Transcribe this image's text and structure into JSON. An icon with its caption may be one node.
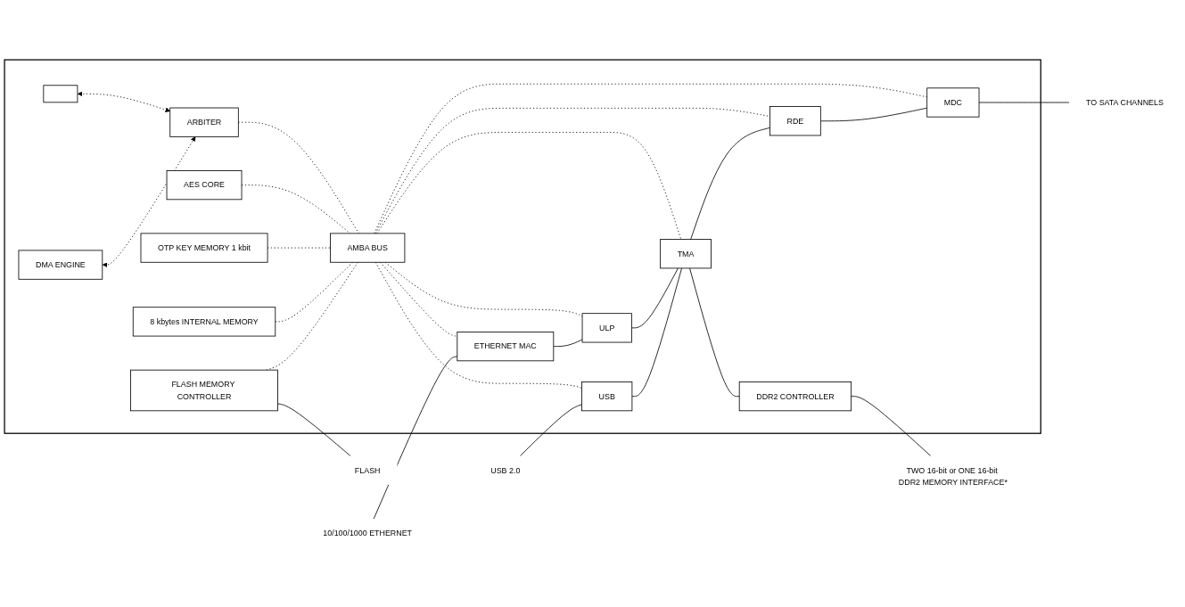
{
  "diagram": {
    "nodes": [
      {
        "text": [],
        "shape": "box"
      },
      {
        "text": [],
        "shape": "box",
        "in": 0
      },
      {
        "text": [
          "DMA ENGINE"
        ],
        "in": 0
      },
      {
        "text": [
          "ARBITER"
        ],
        "in": 0
      },
      {
        "text": [
          "AES CORE"
        ],
        "in": 0
      },
      {
        "text": [
          "OTP KEY MEMORY 1 kbit"
        ],
        "in": 0
      },
      {
        "text": [
          "8 kbytes INTERNAL MEMORY"
        ],
        "in": 0
      },
      {
        "text": [
          "FLASH MEMORY CONTROLLER"
        ],
        "in": 0
      },
      {
        "text": [
          "AMBA BUS"
        ],
        "in": 0
      },
      {
        "text": [
          "ETHERNET MAC"
        ],
        "in": 0
      },
      {
        "text": [
          "ULP"
        ],
        "in": 0
      },
      {
        "text": [
          "TMA"
        ],
        "in": 0
      },
      {
        "text": [
          "RDE"
        ],
        "in": 0
      },
      {
        "text": [
          "MDC"
        ],
        "in": 0
      },
      {
        "text": [
          "USB"
        ],
        "in": 0
      },
      {
        "text": [
          "DDR2 CONTROLLER"
        ],
        "in": 0
      },
      {
        "text": [
          "FLASH"
        ]
      },
      {
        "text": [
          "10/100/1000 ETHERNET"
        ]
      },
      {
        "text": [
          "TO SATA CHANNELS"
        ]
      },
      {
        "text": [
          "USB 2.0"
        ]
      },
      {
        "text": [
          "TWO 16-bit or ONE 16-bit DDR2 MEMORY INTERFACE*"
        ]
      }
    ],
    "edges": [
      {
        "from": 1,
        "to": 3,
        "arrow": "both",
        "style": "dashed"
      },
      {
        "from": 2,
        "to": 3,
        "arrow": "both",
        "style": "dashed"
      },
      {
        "from": 3,
        "to": 8,
        "arrow": "none",
        "style": "dashed"
      },
      {
        "from": 4,
        "to": 8,
        "arrow": "none",
        "style": "dashed"
      },
      {
        "from": 5,
        "to": 8,
        "arrow": "none",
        "style": "dashed"
      },
      {
        "from": 6,
        "to": 8,
        "arrow": "none",
        "style": "dashed"
      },
      {
        "from": 7,
        "to": 8,
        "arrow": "none",
        "style": "dashed"
      },
      {
        "from": 7,
        "to": 16,
        "arrow": "none"
      },
      {
        "from": 8,
        "to": 9,
        "arrow": "none",
        "style": "dashed"
      },
      {
        "from": 8,
        "to": 14,
        "arrow": "none",
        "style": "dashed"
      },
      {
        "from": 8,
        "to": 10,
        "arrow": "none",
        "style": "dashed"
      },
      {
        "from": 8,
        "to": 11,
        "arrow": "none",
        "style": "dashed"
      },
      {
        "from": 8,
        "to": 12,
        "arrow": "none",
        "style": "dashed"
      },
      {
        "from": 8,
        "to": 13,
        "arrow": "none",
        "style": "dashed"
      },
      {
        "from": 17,
        "to": 9,
        "arrow": "none"
      },
      {
        "from": 9,
        "to": 10,
        "arrow": "none"
      },
      {
        "from": 10,
        "to": 11,
        "arrow": "none"
      },
      {
        "from": 11,
        "to": 12,
        "arrow": "none"
      },
      {
        "from": 12,
        "to": 13,
        "arrow": "none"
      },
      {
        "from": 13,
        "to": 18,
        "arrow": "none"
      },
      {
        "from": 19,
        "to": 14,
        "arrow": "none"
      },
      {
        "from": 14,
        "to": 11,
        "arrow": "none"
      },
      {
        "from": 11,
        "to": 15,
        "arrow": "none"
      },
      {
        "from": 15,
        "to": 20,
        "arrow": "none"
      }
    ]
  }
}
